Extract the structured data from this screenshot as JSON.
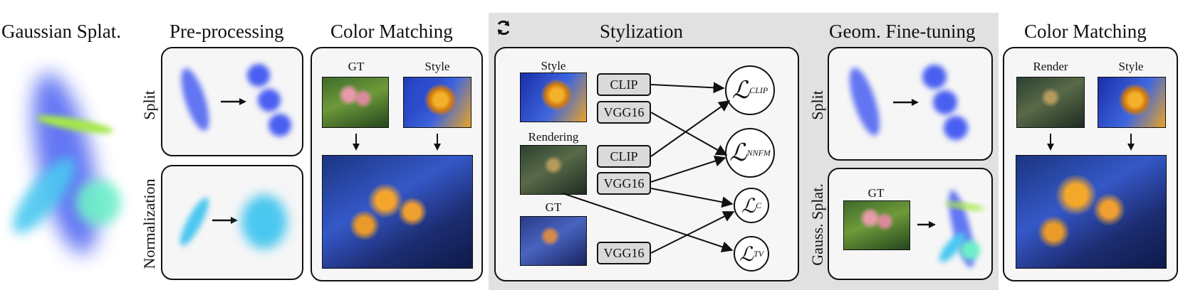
{
  "titles": {
    "gaussian_splat": "Gaussian Splat.",
    "pre_processing": "Pre-processing",
    "color_matching_1": "Color Matching",
    "stylization": "Stylization",
    "geom_fine_tuning": "Geom. Fine-tuning",
    "color_matching_2": "Color Matching"
  },
  "preprocessing": {
    "split_label": "Split",
    "normalization_label": "Normalization"
  },
  "color_matching_1": {
    "gt_label": "GT",
    "style_label": "Style"
  },
  "stylization": {
    "style_label": "Style",
    "rendering_label": "Rendering",
    "gt_label": "GT",
    "networks": [
      "CLIP",
      "VGG16",
      "CLIP",
      "VGG16",
      "VGG16"
    ],
    "losses": [
      {
        "symbol": "ℒ",
        "subscript": "CLIP"
      },
      {
        "symbol": "ℒ",
        "subscript": "NNFM"
      },
      {
        "symbol": "ℒ",
        "subscript": "C"
      },
      {
        "symbol": "ℒ",
        "subscript": "TV"
      }
    ]
  },
  "geom_fine_tuning": {
    "split_label": "Split",
    "gauss_splat_label": "Gauss. Splat.",
    "gt_label": "GT"
  },
  "color_matching_2": {
    "render_label": "Render",
    "style_label": "Style"
  },
  "icons": {
    "refresh": "refresh-icon"
  },
  "colors": {
    "band_gray": "#e1e1e1",
    "panel_bg": "#f6f6f6",
    "blue": "#3f5cf0",
    "cyan": "#4cc8f0",
    "lime": "#a6e84a",
    "mint": "#6df0c8"
  }
}
